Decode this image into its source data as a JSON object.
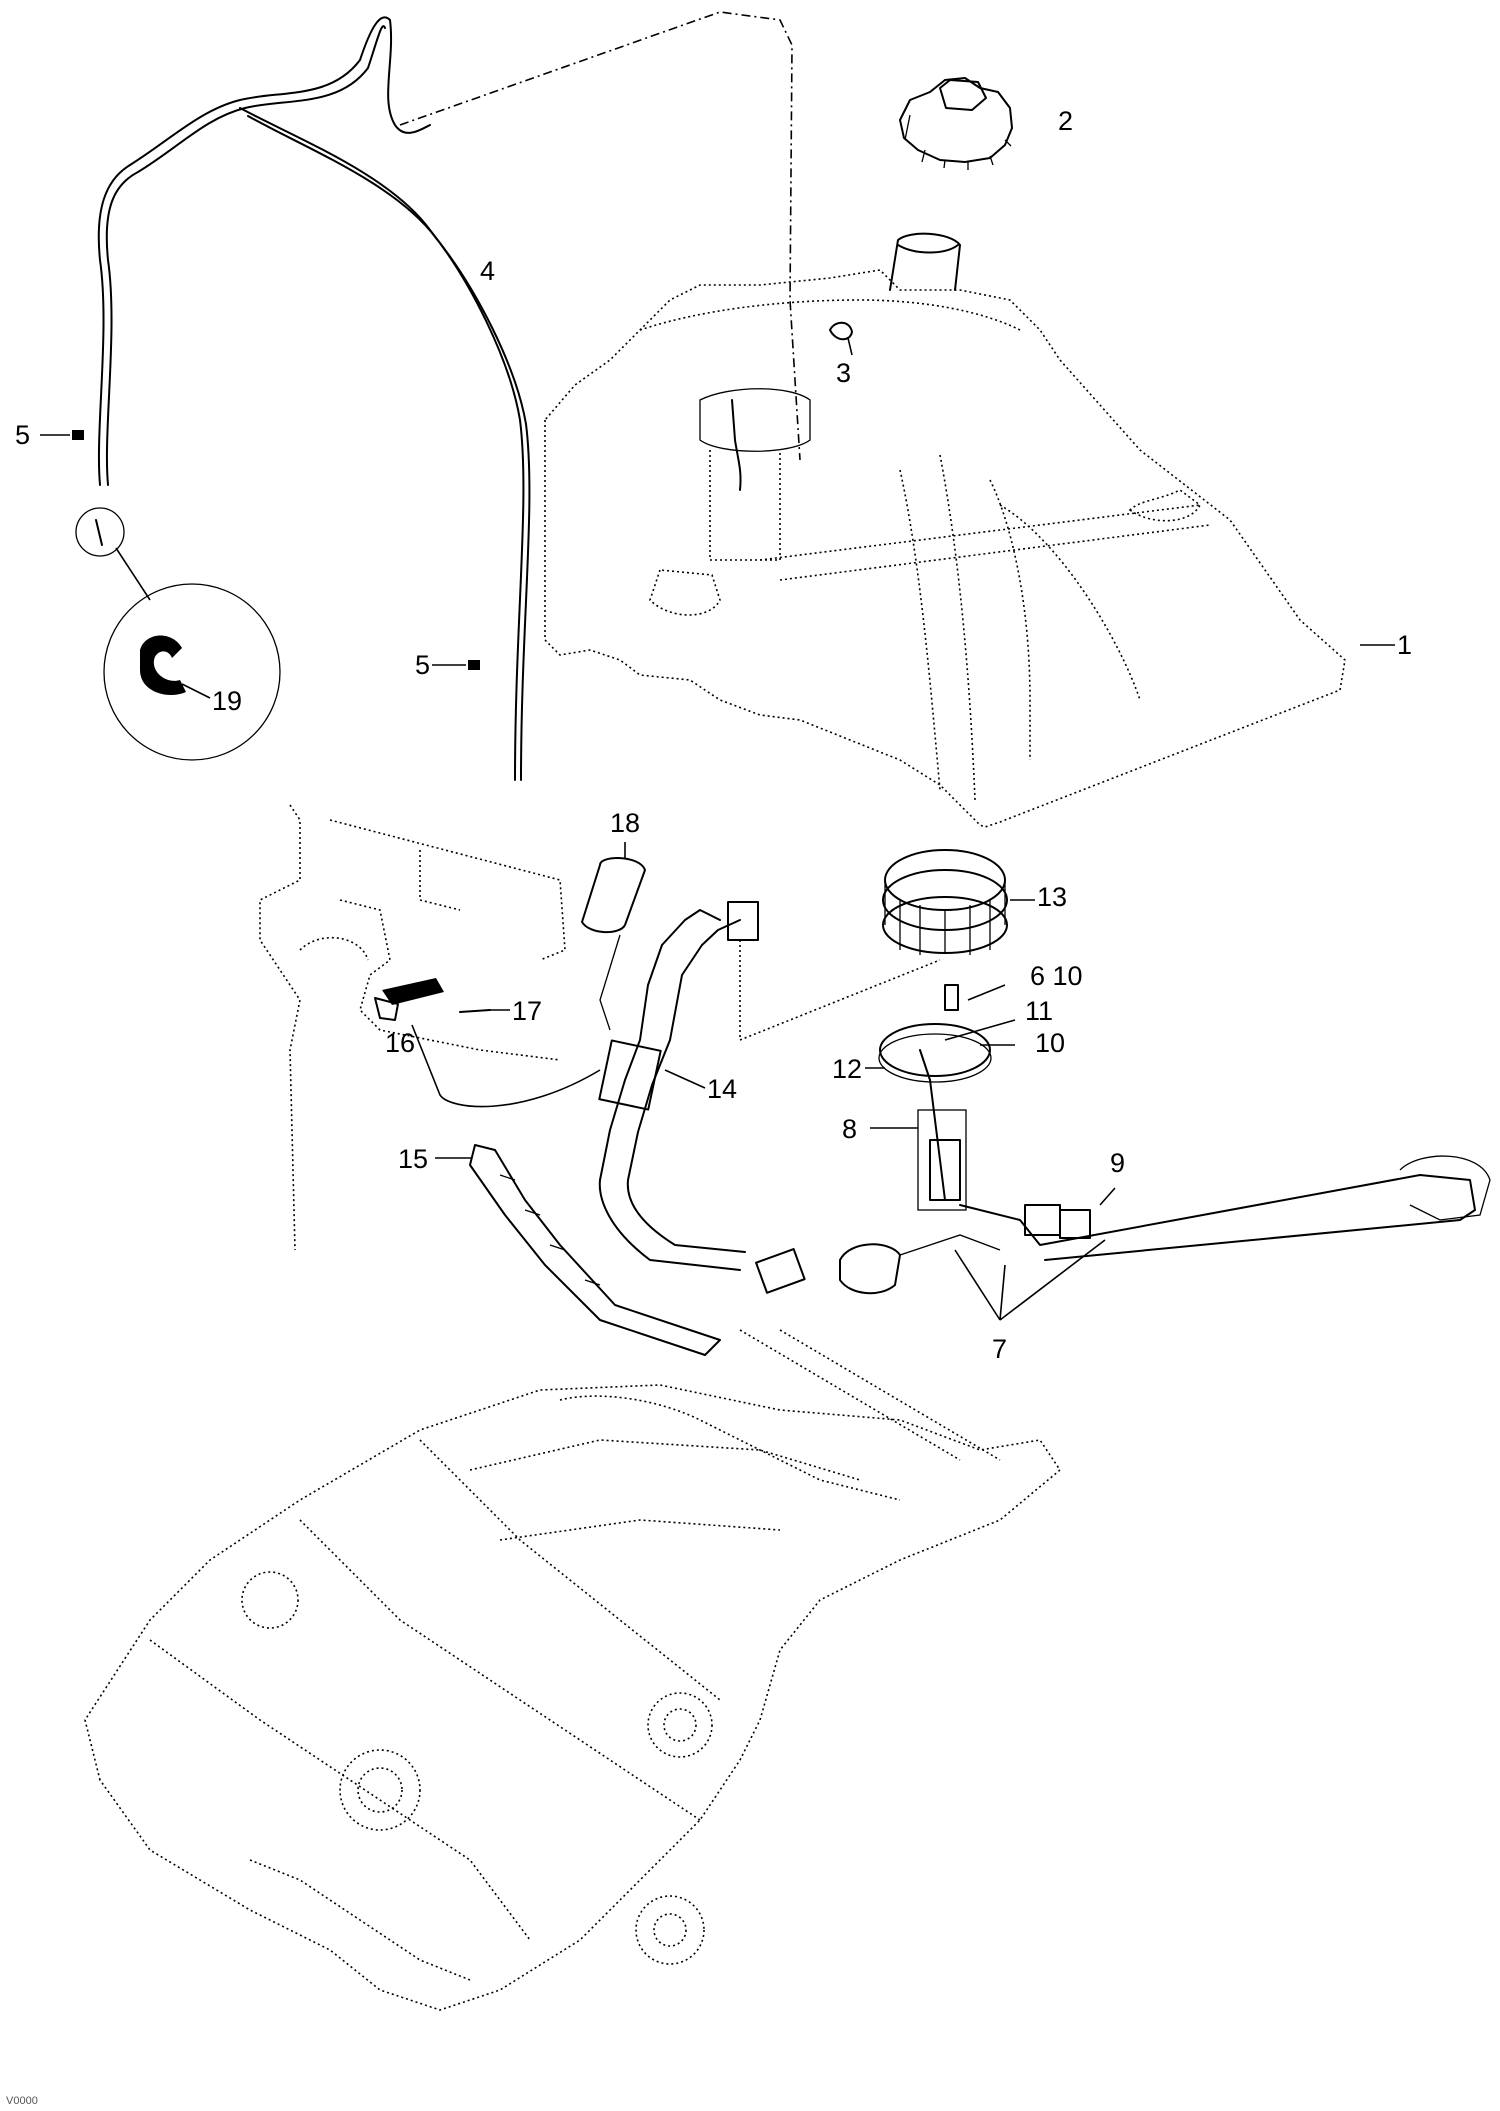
{
  "callouts": {
    "c1": "1",
    "c2": "2",
    "c3": "3",
    "c4": "4",
    "c5a": "5",
    "c5b": "5",
    "c6_10": "6 10",
    "c7": "7",
    "c8": "8",
    "c9": "9",
    "c10": "10",
    "c11": "11",
    "c12": "12",
    "c13": "13",
    "c14": "14",
    "c15": "15",
    "c16": "16",
    "c17": "17",
    "c18": "18",
    "c19": "19"
  },
  "footer": {
    "code": "V0000"
  }
}
